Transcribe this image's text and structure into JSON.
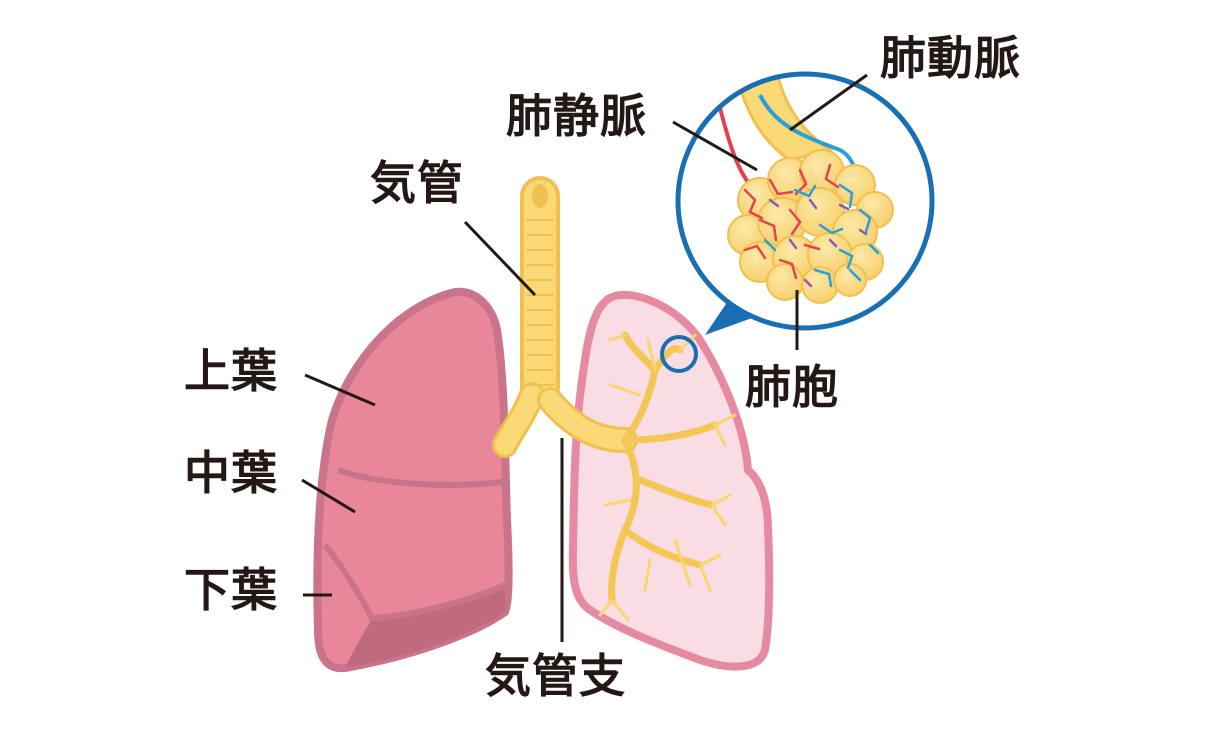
{
  "labels": {
    "trachea": "気管",
    "upper_lobe": "上葉",
    "middle_lobe": "中葉",
    "lower_lobe": "下葉",
    "bronchi": "気管支",
    "pulmonary_vein": "肺静脈",
    "pulmonary_artery": "肺動脈",
    "alveoli": "肺胞"
  },
  "colors": {
    "lung_right_fill": "#e8869a",
    "lung_right_dark": "#c06a80",
    "lung_left_fill": "#f9dce4",
    "lung_left_outline": "#e58aa0",
    "airway_fill": "#fbd976",
    "airway_outline": "#f0c050",
    "zoom_ring": "#1a6fb3",
    "artery_blue": "#2a9fd8",
    "vein_red": "#e2444f",
    "leader_line": "#231815"
  }
}
